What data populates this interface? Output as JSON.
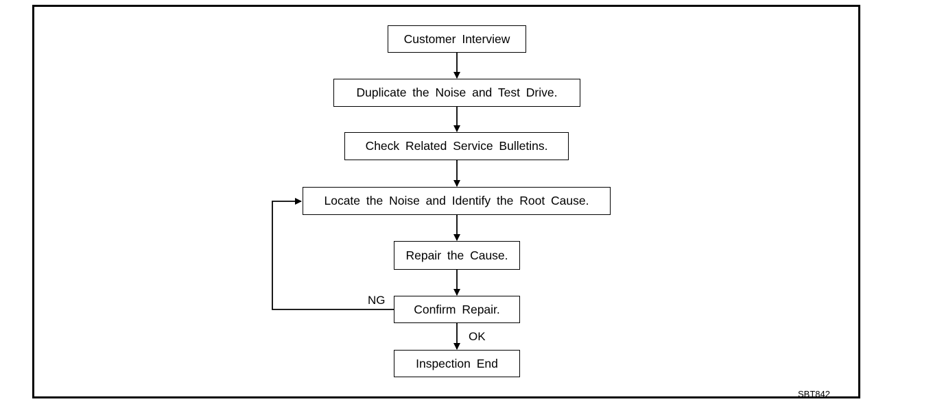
{
  "flowchart": {
    "steps": [
      {
        "id": "customer-interview",
        "label": "Customer Interview"
      },
      {
        "id": "duplicate-noise",
        "label": "Duplicate the Noise and Test Drive."
      },
      {
        "id": "check-bulletins",
        "label": "Check Related Service Bulletins."
      },
      {
        "id": "locate-noise",
        "label": "Locate the Noise and Identify the Root Cause."
      },
      {
        "id": "repair-cause",
        "label": "Repair the Cause."
      },
      {
        "id": "confirm-repair",
        "label": "Confirm Repair."
      },
      {
        "id": "inspection-end",
        "label": "Inspection End"
      }
    ],
    "branches": {
      "ng_label": "NG",
      "ok_label": "OK"
    }
  },
  "figure_code": "SBT842"
}
